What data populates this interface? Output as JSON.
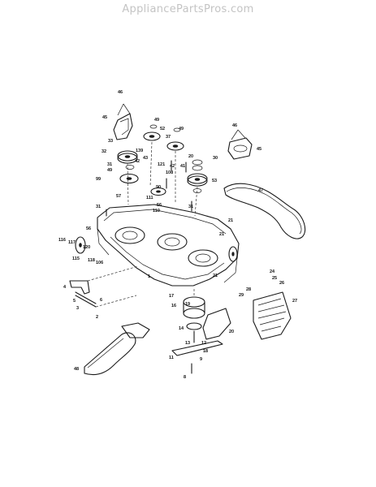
{
  "watermark": "AppliancePartsPros.com",
  "callouts": [
    {
      "id": "c46a",
      "text": "46"
    },
    {
      "id": "c45a",
      "text": "45"
    },
    {
      "id": "c33",
      "text": "33"
    },
    {
      "id": "c49a",
      "text": "49"
    },
    {
      "id": "c52",
      "text": "52"
    },
    {
      "id": "c49b",
      "text": "49"
    },
    {
      "id": "c37",
      "text": "37"
    },
    {
      "id": "c46b",
      "text": "46"
    },
    {
      "id": "c45b",
      "text": "45"
    },
    {
      "id": "c32",
      "text": "32"
    },
    {
      "id": "c139",
      "text": "139"
    },
    {
      "id": "c43a",
      "text": "43"
    },
    {
      "id": "c20a",
      "text": "20"
    },
    {
      "id": "c30",
      "text": "30"
    },
    {
      "id": "c31a",
      "text": "31"
    },
    {
      "id": "c49c",
      "text": "49"
    },
    {
      "id": "c42a",
      "text": "42"
    },
    {
      "id": "c121",
      "text": "121"
    },
    {
      "id": "c42b",
      "text": "42"
    },
    {
      "id": "c108",
      "text": "108"
    },
    {
      "id": "c41",
      "text": "41"
    },
    {
      "id": "c99",
      "text": "99"
    },
    {
      "id": "c53",
      "text": "53"
    },
    {
      "id": "c47",
      "text": "47"
    },
    {
      "id": "c21a",
      "text": "21"
    },
    {
      "id": "c90",
      "text": "90"
    },
    {
      "id": "c57",
      "text": "57"
    },
    {
      "id": "c111",
      "text": "111"
    },
    {
      "id": "c56",
      "text": "56"
    },
    {
      "id": "c110",
      "text": "110"
    },
    {
      "id": "c31b",
      "text": "31"
    },
    {
      "id": "c31c",
      "text": "31"
    },
    {
      "id": "c21b",
      "text": "21"
    },
    {
      "id": "c116",
      "text": "116"
    },
    {
      "id": "c117",
      "text": "117"
    },
    {
      "id": "c118",
      "text": "118"
    },
    {
      "id": "c115",
      "text": "115"
    },
    {
      "id": "c56b",
      "text": "56"
    },
    {
      "id": "c120",
      "text": "120"
    },
    {
      "id": "c106",
      "text": "106"
    },
    {
      "id": "c1",
      "text": "1"
    },
    {
      "id": "c21c",
      "text": "21"
    },
    {
      "id": "c24",
      "text": "24"
    },
    {
      "id": "c25",
      "text": "25"
    },
    {
      "id": "c26",
      "text": "26"
    },
    {
      "id": "c27",
      "text": "27"
    },
    {
      "id": "c28",
      "text": "28"
    },
    {
      "id": "c29",
      "text": "29"
    },
    {
      "id": "c17",
      "text": "17"
    },
    {
      "id": "c16",
      "text": "16"
    },
    {
      "id": "c19",
      "text": "19"
    },
    {
      "id": "c4",
      "text": "4"
    },
    {
      "id": "c5",
      "text": "5"
    },
    {
      "id": "c6",
      "text": "6"
    },
    {
      "id": "c3",
      "text": "3"
    },
    {
      "id": "c2",
      "text": "2"
    },
    {
      "id": "c14",
      "text": "14"
    },
    {
      "id": "c13",
      "text": "13"
    },
    {
      "id": "c12",
      "text": "12"
    },
    {
      "id": "c20b",
      "text": "20"
    },
    {
      "id": "c18",
      "text": "18"
    },
    {
      "id": "c11",
      "text": "11"
    },
    {
      "id": "c48",
      "text": "48"
    },
    {
      "id": "c8",
      "text": "8"
    },
    {
      "id": "c9",
      "text": "9"
    }
  ]
}
